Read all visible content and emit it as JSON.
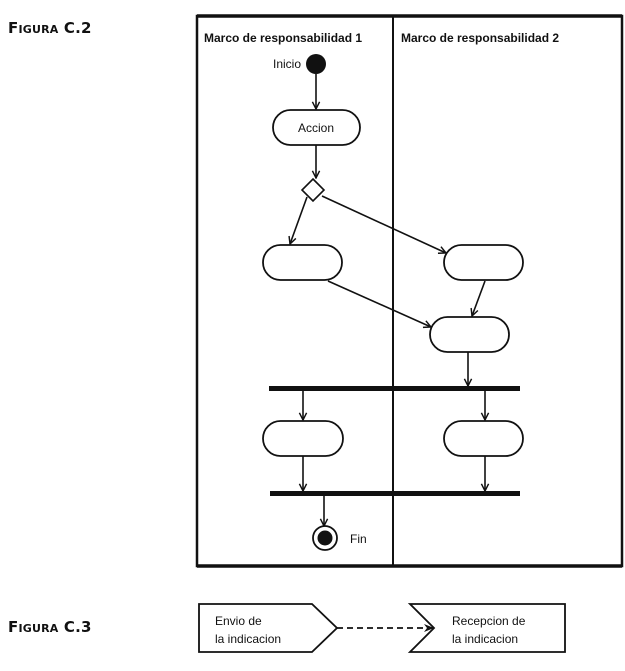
{
  "figures": [
    {
      "label": "Figura C.2",
      "diagram_type": "UML activity diagram with swimlanes",
      "swimlanes": [
        {
          "id": "lane1",
          "title": "Marco de responsabilidad 1"
        },
        {
          "id": "lane2",
          "title": "Marco de responsabilidad 2"
        }
      ],
      "nodes": {
        "start": {
          "type": "initial",
          "label": "Inicio",
          "lane": "lane1"
        },
        "accion": {
          "type": "action",
          "label": "Accion",
          "lane": "lane1"
        },
        "decision": {
          "type": "decision",
          "label": "",
          "lane": "lane1"
        },
        "act_left": {
          "type": "action",
          "label": "",
          "lane": "lane1"
        },
        "act_right": {
          "type": "action",
          "label": "",
          "lane": "lane2"
        },
        "act_merge": {
          "type": "action",
          "label": "",
          "lane": "lane2"
        },
        "fork": {
          "type": "fork",
          "label": ""
        },
        "act_par_left": {
          "type": "action",
          "label": "",
          "lane": "lane1"
        },
        "act_par_right": {
          "type": "action",
          "label": "",
          "lane": "lane2"
        },
        "join": {
          "type": "join",
          "label": ""
        },
        "end": {
          "type": "final",
          "label": "Fin",
          "lane": "lane1"
        }
      },
      "edges": [
        {
          "from": "start",
          "to": "accion"
        },
        {
          "from": "accion",
          "to": "decision"
        },
        {
          "from": "decision",
          "to": "act_left"
        },
        {
          "from": "decision",
          "to": "act_right"
        },
        {
          "from": "act_left",
          "to": "act_merge"
        },
        {
          "from": "act_right",
          "to": "act_merge"
        },
        {
          "from": "act_merge",
          "to": "fork"
        },
        {
          "from": "fork",
          "to": "act_par_left"
        },
        {
          "from": "fork",
          "to": "act_par_right"
        },
        {
          "from": "act_par_left",
          "to": "join"
        },
        {
          "from": "act_par_right",
          "to": "join"
        },
        {
          "from": "join",
          "to": "end"
        }
      ]
    },
    {
      "label": "Figura C.3",
      "diagram_type": "signal send/receive",
      "send": {
        "line1": "Envio de",
        "line2": "la indicacion"
      },
      "receive": {
        "line1": "Recepcion de",
        "line2": "la indicacion"
      },
      "connector": "dashed"
    }
  ],
  "colors": {
    "ink": "#111111",
    "background": "#ffffff"
  }
}
